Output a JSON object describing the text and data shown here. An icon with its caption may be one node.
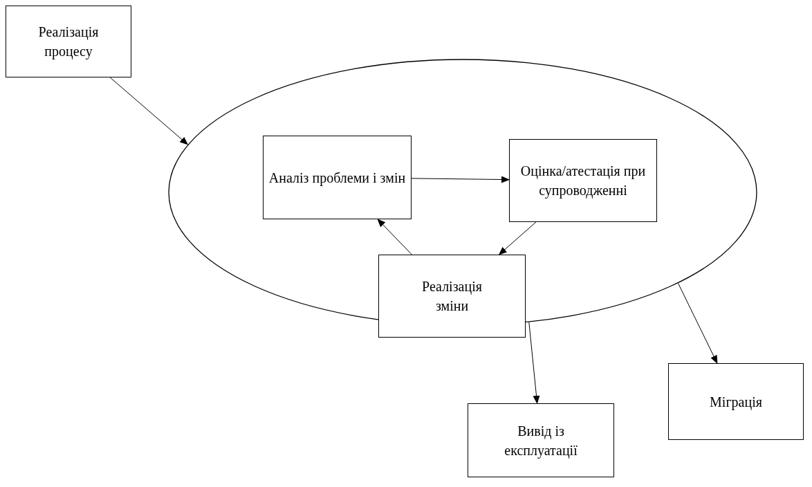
{
  "diagram": {
    "nodes": [
      {
        "text": [
          "Реалізація процесу"
        ]
      },
      {
        "text": [],
        "shape": "ellipse"
      },
      {
        "text": [
          "Аналіз проблеми і змін"
        ],
        "in": 1
      },
      {
        "text": [
          "Оцінка/атестація при супроводженні"
        ],
        "in": 1
      },
      {
        "text": [
          "Реалізація зміни"
        ]
      },
      {
        "text": [
          "Міграція"
        ]
      },
      {
        "text": [
          "Вивід із експлуатації"
        ]
      }
    ],
    "edges": [
      {
        "from": 0,
        "to": 1,
        "arrow": "to"
      },
      {
        "from": 2,
        "to": 3,
        "arrow": "to"
      },
      {
        "from": 3,
        "to": 4,
        "arrow": "to"
      },
      {
        "from": 4,
        "to": 2,
        "arrow": "to"
      },
      {
        "from": 1,
        "to": 6,
        "arrow": "to"
      },
      {
        "from": 1,
        "to": 5,
        "arrow": "to"
      }
    ]
  }
}
